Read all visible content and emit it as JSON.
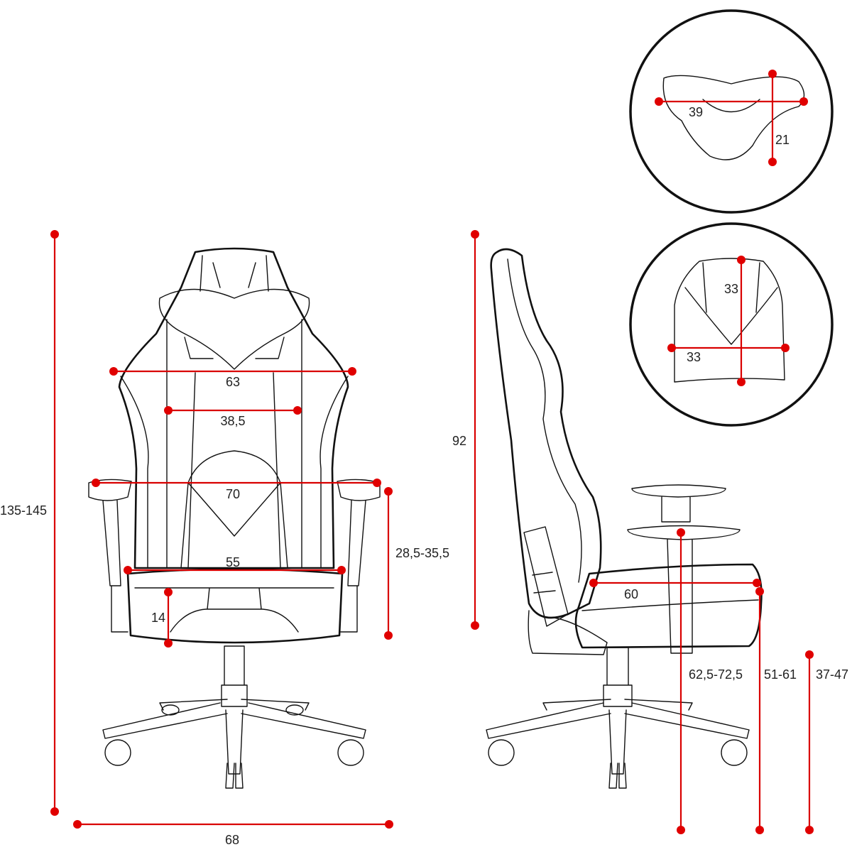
{
  "colors": {
    "dimension": "#e00000",
    "outline": "#111111",
    "background": "#ffffff"
  },
  "front_view": {
    "total_height": "135-145",
    "base_width": "68",
    "backrest_shoulder_width": "63",
    "backrest_inner_width": "38,5",
    "armrest_span": "70",
    "seat_width": "55",
    "seat_cushion_thickness": "14",
    "armrest_height_above_seat": "28,5-35,5"
  },
  "side_view": {
    "backrest_height": "92",
    "seat_depth": "60",
    "armrest_height_from_floor": "62,5-72,5",
    "seat_height_from_floor": "51-61",
    "min_height": "37-47"
  },
  "detail_headrest": {
    "width": "39",
    "height": "21"
  },
  "detail_lumbar": {
    "height": "33",
    "width": "33"
  }
}
